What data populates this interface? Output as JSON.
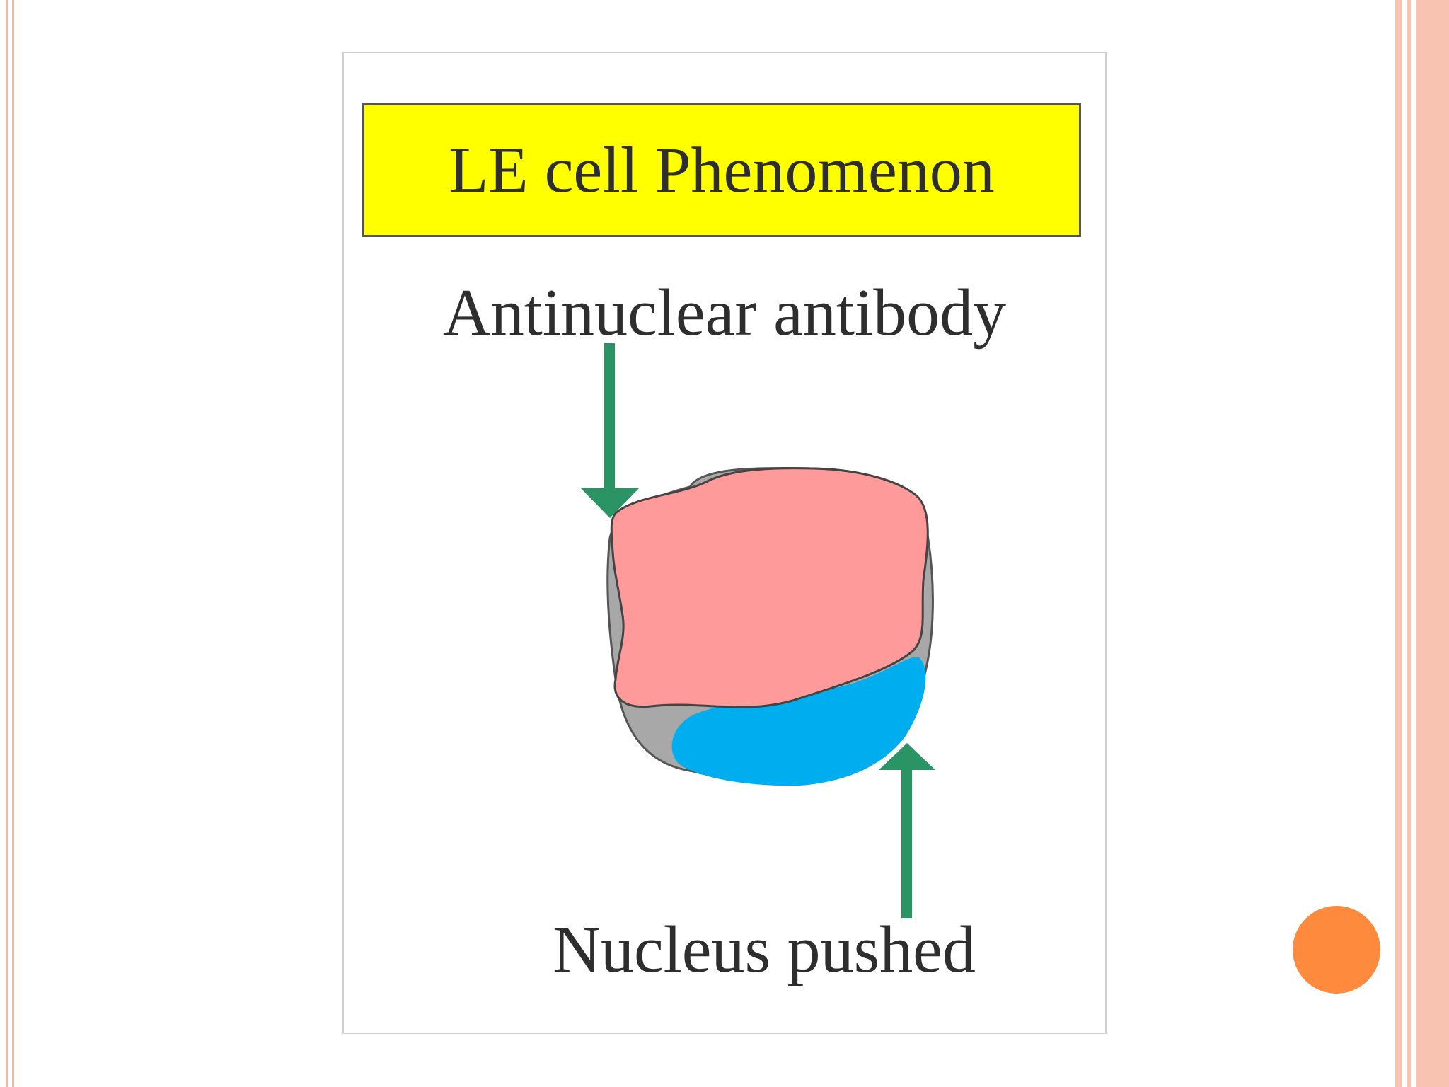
{
  "slide": {
    "title": "LE cell Phenomenon",
    "labels": {
      "top": "Antinuclear antibody",
      "bottom": "Nucleus pushed"
    }
  },
  "colors": {
    "title_background": "#ffff00",
    "engulfed_material": "#fe9a9a",
    "cell_cytoplasm": "#a8a8a8",
    "nucleus": "#00aeef",
    "arrows": "#2a9464",
    "border_accent": "#f8c3b0",
    "circle_accent": "#fe8a3e"
  }
}
